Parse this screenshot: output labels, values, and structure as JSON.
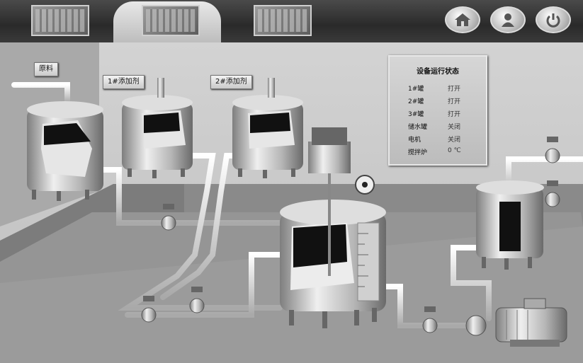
{
  "nav": {
    "thumbs": [
      {
        "name": "scene-thumb-1"
      },
      {
        "name": "scene-thumb-2"
      },
      {
        "name": "scene-thumb-3"
      }
    ],
    "buttons": [
      {
        "name": "home-button",
        "icon": "home-icon"
      },
      {
        "name": "user-button",
        "icon": "user-icon"
      },
      {
        "name": "power-button",
        "icon": "power-icon"
      }
    ]
  },
  "labels": {
    "raw_material": "原料",
    "additive_1": "1#添加剂",
    "additive_2": "2#添加剂"
  },
  "status_panel": {
    "title": "设备运行状态",
    "rows": [
      {
        "name": "1#罐",
        "value": "打开"
      },
      {
        "name": "2#罐",
        "value": "打开"
      },
      {
        "name": "3#罐",
        "value": "打开"
      },
      {
        "name": "储水罐",
        "value": "关闭"
      },
      {
        "name": "电机",
        "value": "关闭"
      },
      {
        "name": "搅拌炉",
        "value": "0  ℃"
      }
    ]
  },
  "colors": {
    "wall": "#c8c8c8",
    "floor": "#9e9e9e",
    "pipe": "#e2e2e2",
    "tank_metal": "#bdbdbd"
  }
}
